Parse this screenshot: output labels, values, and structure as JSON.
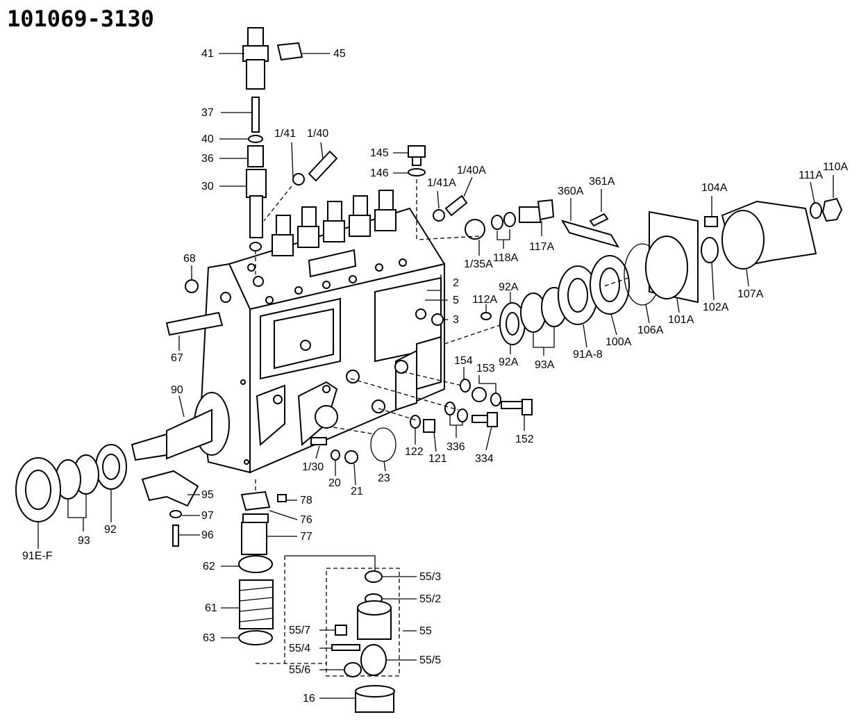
{
  "title": "101069-3130",
  "labels": [
    "41",
    "45",
    "37",
    "40",
    "36",
    "30",
    "1/41",
    "1/40",
    "145",
    "146",
    "1/41A",
    "1/40A",
    "360A",
    "361A",
    "104A",
    "111A",
    "110A",
    "68",
    "1/35A",
    "118A",
    "117A",
    "2",
    "5",
    "3",
    "112A",
    "92A",
    "92A",
    "93A",
    "91A-8",
    "100A",
    "106A",
    "101A",
    "102A",
    "107A",
    "67",
    "154",
    "153",
    "152",
    "90",
    "1/30",
    "20",
    "21",
    "122",
    "121",
    "336",
    "334",
    "23",
    "91E-F",
    "93",
    "92",
    "95",
    "97",
    "96",
    "78",
    "76",
    "77",
    "62",
    "61",
    "63",
    "55/3",
    "55/2",
    "55",
    "55/7",
    "55/4",
    "55/6",
    "55/5",
    "16"
  ]
}
